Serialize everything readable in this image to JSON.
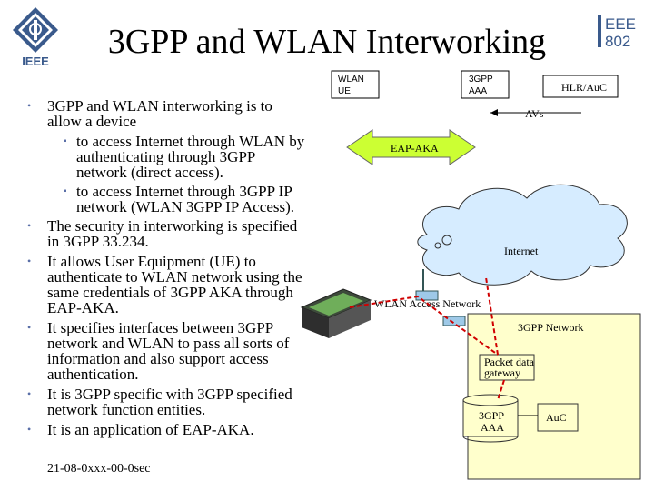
{
  "slide": {
    "title": "3GPP and WLAN Interworking",
    "logo_right_line1": "EEE",
    "logo_right_line2": "802",
    "logo_left_text": "IEEE",
    "footer": "21-08-0xxx-00-0sec"
  },
  "bullets": [
    {
      "level": 1,
      "text": "3GPP and WLAN interworking is to allow a device"
    },
    {
      "level": 2,
      "text": "to access Internet through WLAN by authenticating through 3GPP network (direct access)."
    },
    {
      "level": 2,
      "text": "to access Internet through 3GPP IP network (WLAN 3GPP IP Access)."
    },
    {
      "level": 1,
      "text": "The security in interworking is specified in 3GPP 33.234."
    },
    {
      "level": 1,
      "text": "It allows User Equipment (UE) to authenticate to WLAN network using the same credentials of 3GPP AKA through EAP-AKA."
    },
    {
      "level": 1,
      "text": "It specifies interfaces between 3GPP network and WLAN to pass all sorts of information and also support access authentication."
    },
    {
      "level": 1,
      "text": "It is 3GPP specific with 3GPP specified network function entities."
    },
    {
      "level": 1,
      "text": "It is an application of EAP-AKA."
    }
  ],
  "diagram": {
    "sequence": {
      "wlan_ue_line1": "WLAN",
      "wlan_ue_line2": "UE",
      "aaa_line1": "3GPP",
      "aaa_line2": "AAA",
      "hlr": "HLR/AuC",
      "avs": "AVs",
      "eap_aka": "EAP-AKA"
    },
    "network": {
      "internet": "Internet",
      "wlan_access_network": "WLAN Access Network",
      "gpp_network": "3GPP Network",
      "pdg_line1": "Packet data",
      "pdg_line2": "gateway",
      "aaa_line1": "3GPP",
      "aaa_line2": "AAA",
      "auc": "AuC"
    },
    "colors": {
      "eap_arrow_fill": "#ccff33",
      "cloud_fill": "#d6ecff",
      "gpp_network_fill": "#ffffcc",
      "path_line": "#d00000",
      "bullet_marker": "#5a6fa8"
    }
  }
}
